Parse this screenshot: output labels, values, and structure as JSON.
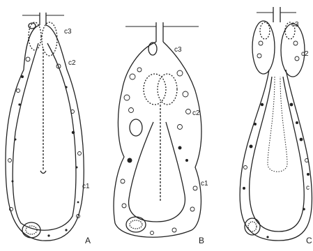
{
  "figure": {
    "panels": [
      {
        "id": "A",
        "caption": "A",
        "labels": [
          "c3",
          "c2",
          "c1"
        ]
      },
      {
        "id": "B",
        "caption": "B",
        "labels": [
          "c3",
          "c2",
          "c1"
        ]
      },
      {
        "id": "C",
        "caption": "C",
        "labels": [
          "c3",
          "c2",
          "c"
        ]
      }
    ]
  }
}
